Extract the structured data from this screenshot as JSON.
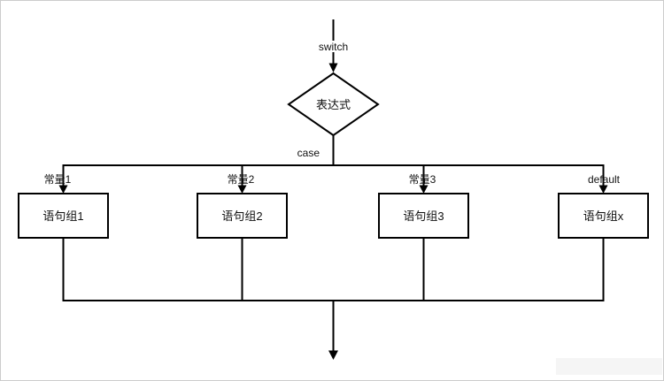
{
  "diagram": {
    "type": "flowchart",
    "labels": {
      "entry": "switch",
      "decision": "表达式",
      "branch_header": "case",
      "branches": [
        {
          "condition": "常量1",
          "action": "语句组1"
        },
        {
          "condition": "常量2",
          "action": "语句组2"
        },
        {
          "condition": "常量3",
          "action": "语句组3"
        },
        {
          "condition": "default",
          "action": "语句组x"
        }
      ]
    },
    "colors": {
      "line": "#000000",
      "text": "#111111",
      "shape_fill": "#ffffff",
      "canvas_bg": "#ffffff",
      "canvas_border": "#cccccc",
      "watermark": "#f5f5f5"
    }
  }
}
